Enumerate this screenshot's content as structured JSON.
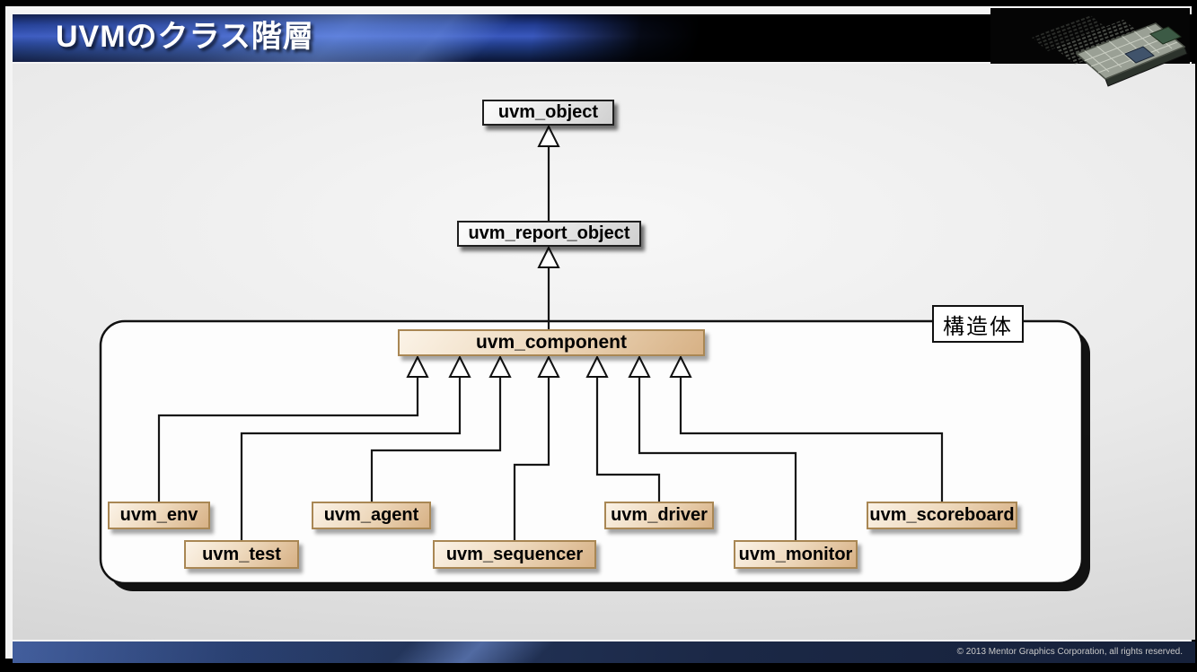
{
  "slide": {
    "title": "UVMのクラス階層",
    "footer_copyright": "© 2013 Mentor Graphics Corporation, all rights reserved.",
    "logo_icon": "chip-3d-graphic"
  },
  "diagram": {
    "container_label": "構造体",
    "hierarchy": [
      {
        "label": "uvm_object"
      },
      {
        "label": "uvm_report_object"
      },
      {
        "label": "uvm_component"
      }
    ],
    "component_subclasses": [
      {
        "label": "uvm_env"
      },
      {
        "label": "uvm_test"
      },
      {
        "label": "uvm_agent"
      },
      {
        "label": "uvm_sequencer"
      },
      {
        "label": "uvm_driver"
      },
      {
        "label": "uvm_monitor"
      },
      {
        "label": "uvm_scoreboard"
      }
    ],
    "colors": {
      "header_blue": "#3a58bd",
      "object_box_fill": "#eaeaea",
      "component_box_fill": "#eed9bd",
      "component_box_border": "#a98754",
      "connector": "#161616",
      "footer_navy": "#1b2846"
    }
  }
}
